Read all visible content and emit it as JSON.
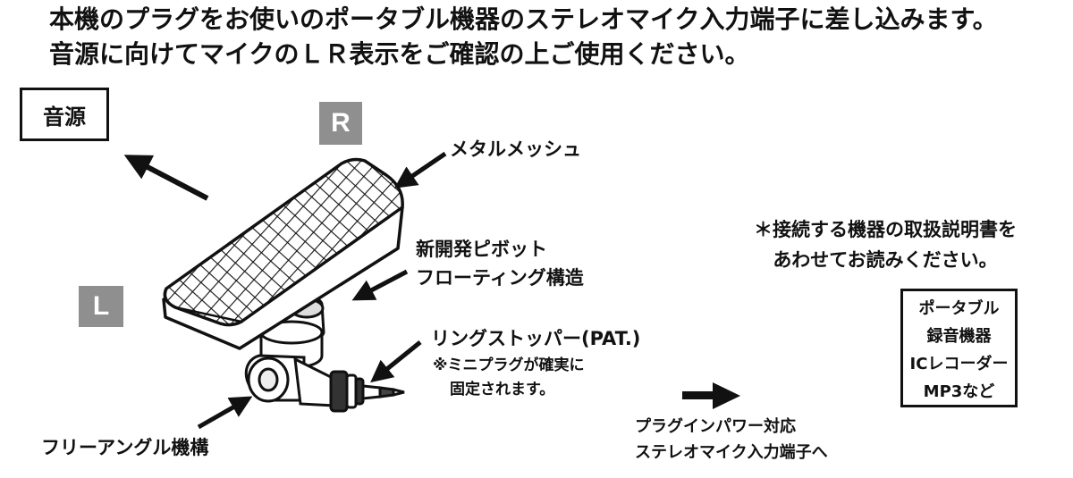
{
  "intro": {
    "line1": "本機のプラグをお使いのポータブル機器のステレオマイク入力端子に差し込みます。",
    "line2": "音源に向けてマイクのＬＲ表示をご確認の上ご使用ください。"
  },
  "source_box": "音源",
  "badges": {
    "right": "R",
    "left": "L"
  },
  "callouts": {
    "metal_mesh": "メタルメッシュ",
    "pivot_line1": "新開発ピボット",
    "pivot_line2": "フローティング構造",
    "ring_stopper": "リングストッパー(PAT.)",
    "ring_note_line1": "※ミニプラグが確実に",
    "ring_note_line2": "固定されます。",
    "free_angle": "フリーアングル機構"
  },
  "notice": {
    "line1": "＊接続する機器の取扱説明書を",
    "line2": "あわせてお読みください。"
  },
  "device_box": [
    "ポータブル",
    "録音機器",
    "ICレコーダー",
    "MP3など"
  ],
  "jack": {
    "line1": "プラグインパワー対応",
    "line2": "ステレオマイク入力端子へ"
  }
}
